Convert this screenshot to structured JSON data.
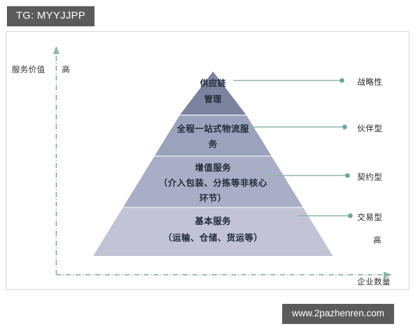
{
  "badge": {
    "text": "TG: MYYJJPP"
  },
  "watermark": {
    "text": "www.2pazhenren.com"
  },
  "axes": {
    "y_title": "服务价值",
    "y_high": "高",
    "x_title": "企业数量",
    "x_high": "高",
    "axis_color": "#8fb5ac"
  },
  "chart_data": {
    "type": "pyramid",
    "title": "",
    "xlabel": "企业数量",
    "ylabel": "服务价值",
    "grid": false,
    "legend": "right-callouts",
    "note_axis_high_y": "高",
    "note_axis_high_x": "高",
    "tiers": [
      {
        "index": 0,
        "level": "top",
        "lines": [
          "供应链",
          "管理"
        ],
        "callout": "战略性",
        "color": "#7b839f",
        "relative_width_pct": 22,
        "service_value": "highest",
        "enterprise_quantity": "lowest"
      },
      {
        "index": 1,
        "level": "upper-middle",
        "lines": [
          "全程一站式物流服",
          "务"
        ],
        "callout": "伙伴型",
        "color": "#9ba3bc",
        "relative_width_pct": 48,
        "service_value": "high",
        "enterprise_quantity": "low"
      },
      {
        "index": 2,
        "level": "lower-middle",
        "lines": [
          "增值服务",
          "（介入包装、分拣等非核心",
          "环节）"
        ],
        "callout": "契约型",
        "color": "#a9aec6",
        "relative_width_pct": 76,
        "service_value": "medium",
        "enterprise_quantity": "medium"
      },
      {
        "index": 3,
        "level": "base",
        "lines": [
          "基本服务",
          "（运输、仓储、货运等）"
        ],
        "callout": "交易型",
        "color": "#c2c4d6",
        "relative_width_pct": 100,
        "service_value": "low",
        "enterprise_quantity": "highest"
      }
    ],
    "callout_line_color": "#8fb5ac",
    "callout_dot_color": "#6ca69c"
  }
}
